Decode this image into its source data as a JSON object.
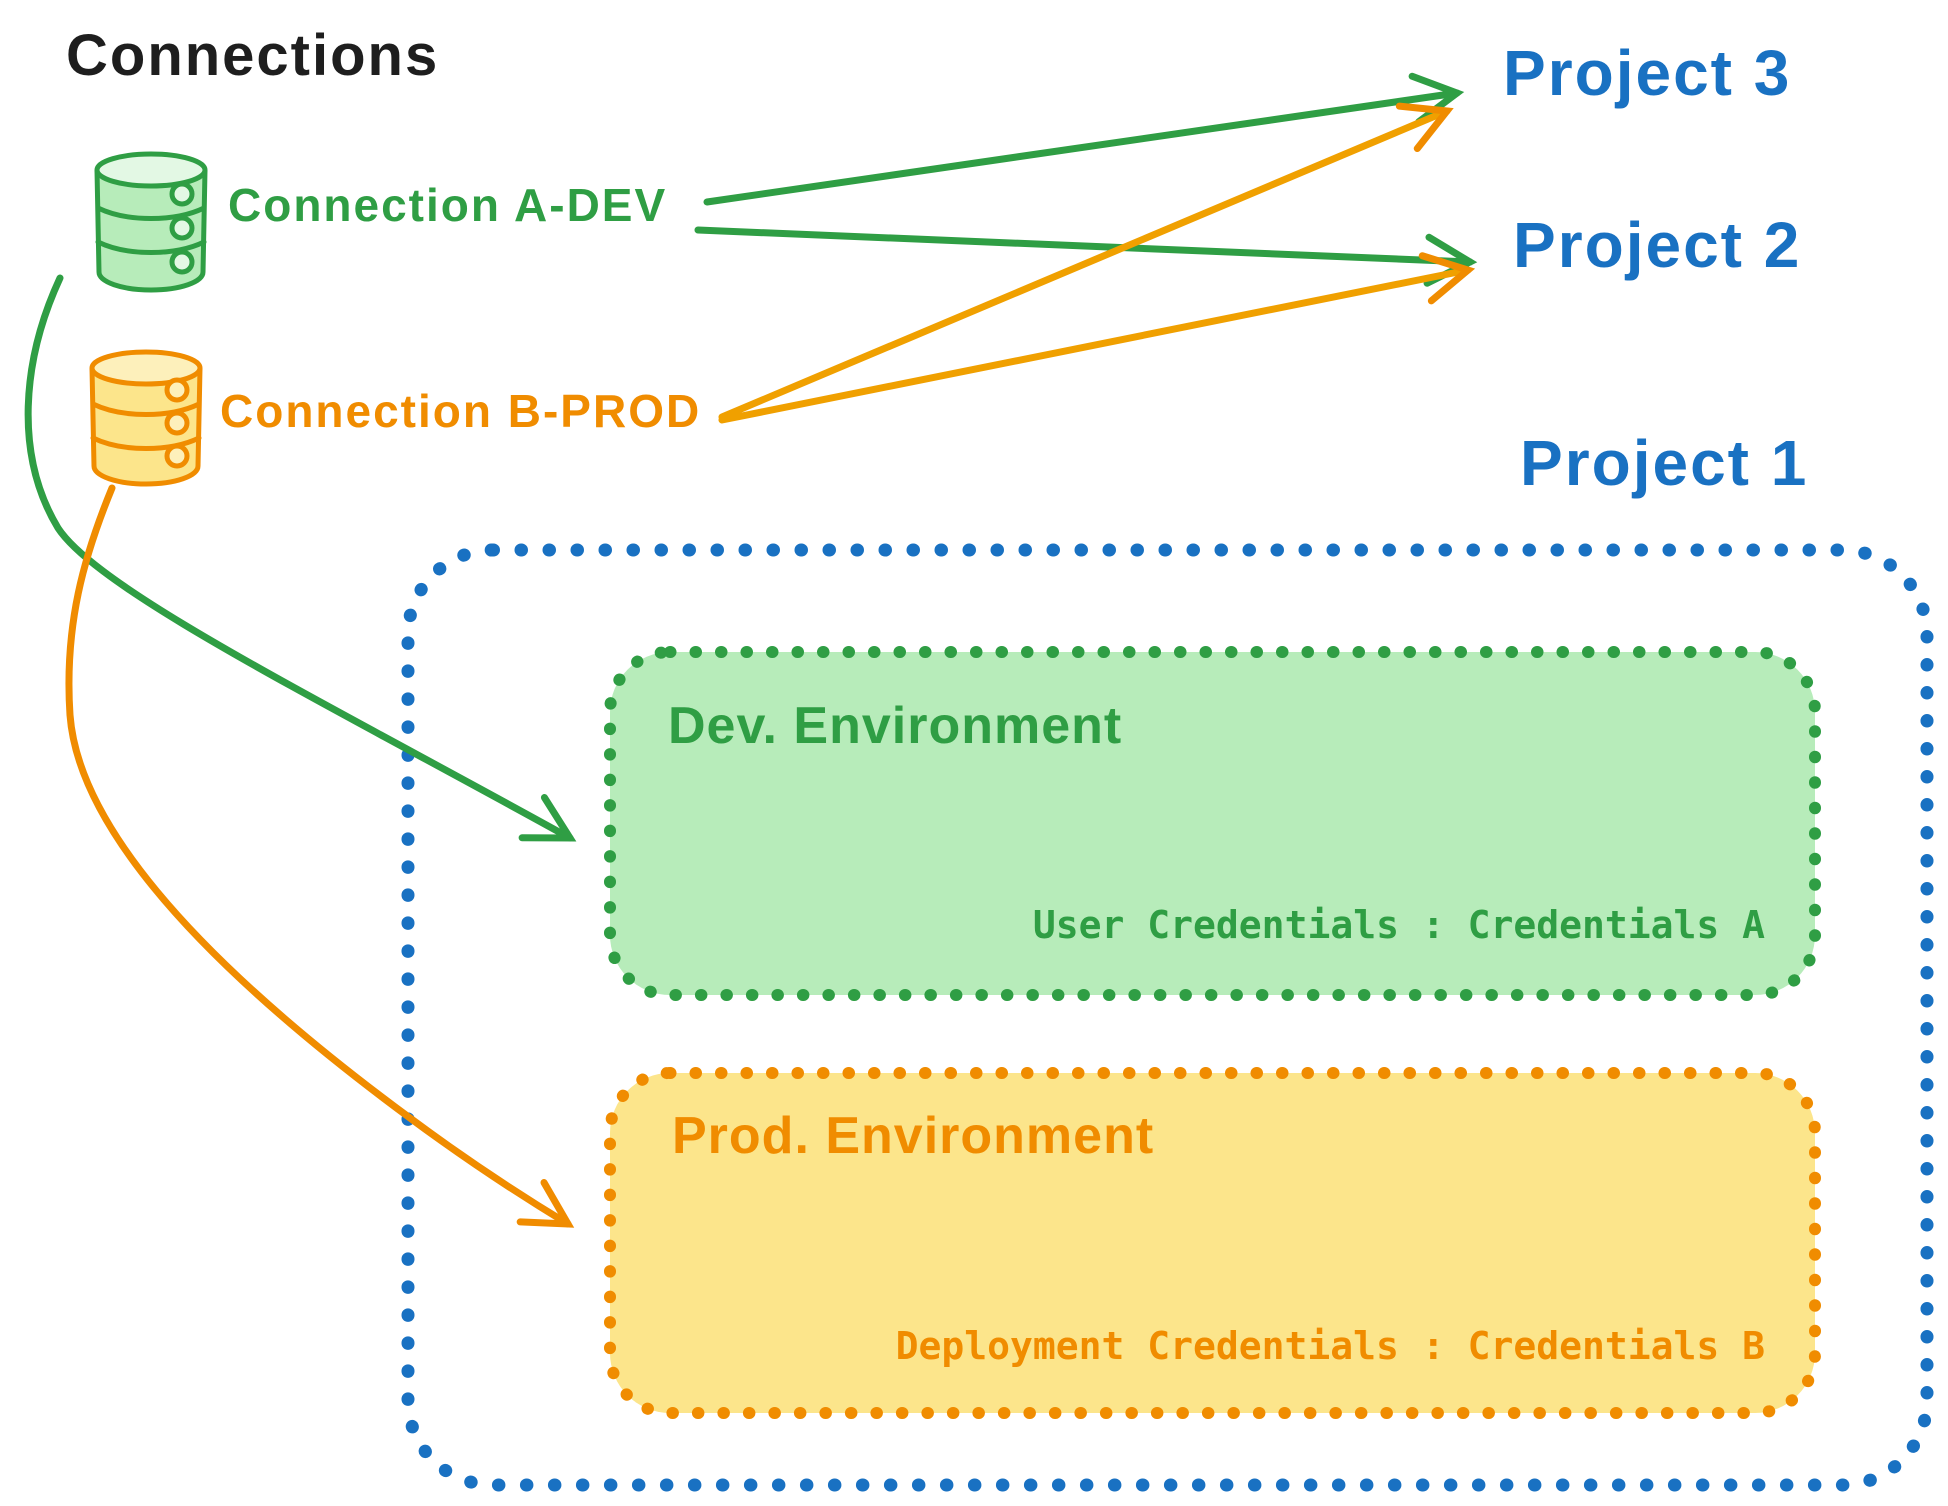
{
  "title": "Connections",
  "connections": [
    {
      "id": "a-dev",
      "label": "Connection A-DEV",
      "color": "#2f9e44",
      "icon": "database-icon"
    },
    {
      "id": "b-prod",
      "label": "Connection B-PROD",
      "color": "#f08c00",
      "icon": "database-icon"
    }
  ],
  "projects": [
    {
      "label": "Project 3"
    },
    {
      "label": "Project 2"
    },
    {
      "label": "Project 1"
    }
  ],
  "project1": {
    "environments": [
      {
        "name": "Dev. Environment",
        "credentials": "User Credentials : Credentials A",
        "color": "#2f9e44",
        "fill": "#b7ecba"
      },
      {
        "name": "Prod. Environment",
        "credentials": "Deployment Credentials : Credentials B",
        "color": "#f08c00",
        "fill": "#fce58b"
      }
    ]
  },
  "edges": [
    {
      "from": "Connection A-DEV",
      "to": "Project 3",
      "color": "#2f9e44",
      "style": "straight"
    },
    {
      "from": "Connection A-DEV",
      "to": "Project 2",
      "color": "#2f9e44",
      "style": "straight"
    },
    {
      "from": "Connection B-PROD",
      "to": "Project 3",
      "color": "#f08c00",
      "style": "straight"
    },
    {
      "from": "Connection B-PROD",
      "to": "Project 2",
      "color": "#f08c00",
      "style": "straight"
    },
    {
      "from": "Connection A-DEV",
      "to": "Dev. Environment (Project 1)",
      "color": "#2f9e44",
      "style": "curved"
    },
    {
      "from": "Connection B-PROD",
      "to": "Prod. Environment (Project 1)",
      "color": "#f08c00",
      "style": "curved"
    }
  ],
  "colors": {
    "black": "#1e1e1e",
    "green": "#2f9e44",
    "green_fill": "#b7ecba",
    "orange": "#f08c00",
    "orange_fill": "#fce58b",
    "blue": "#1971c2"
  }
}
